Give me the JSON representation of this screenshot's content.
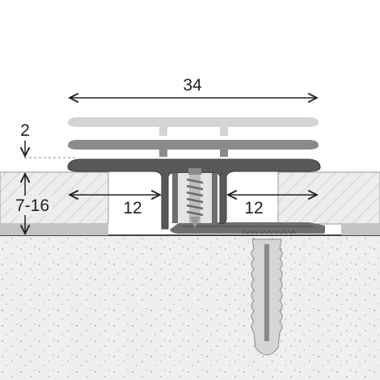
{
  "dimensions": {
    "overall_width": "34",
    "top_offset": "2",
    "height_range": "7-16",
    "left_width": "12",
    "right_width": "12"
  },
  "colors": {
    "profile_dark": "#58585a",
    "profile_mid": "#8a8a8a",
    "profile_light": "#d4d4d4",
    "floor_hatch": "#b9b9b9",
    "floor_fill": "#ececec",
    "screed": "#efefef",
    "underlay": "#c4c4c4",
    "dim_line": "#222222"
  },
  "icons": [
    "arrow-icon",
    "screw-icon",
    "dowel-icon"
  ]
}
